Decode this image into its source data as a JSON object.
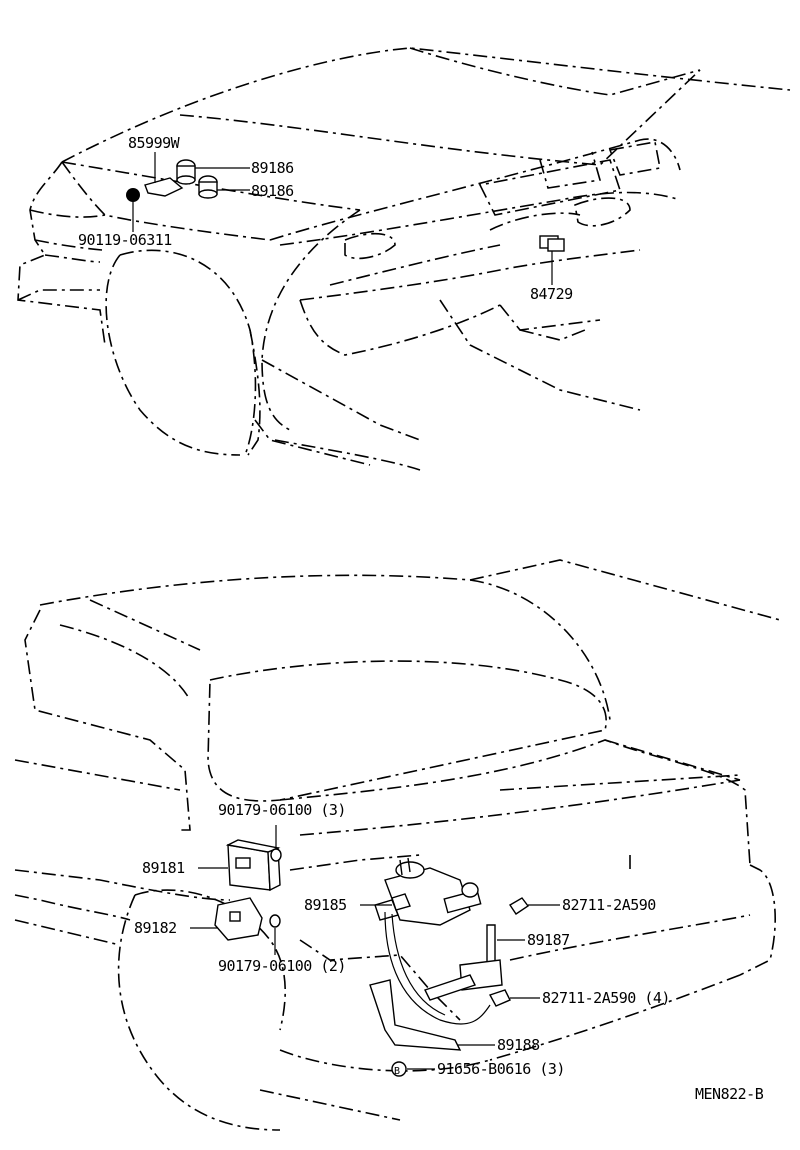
{
  "top_view": {
    "labels": {
      "p85999w": "85999W",
      "p89186a": "89186",
      "p89186b": "89186",
      "p90119": "90119-06311",
      "p84729": "84729"
    }
  },
  "bottom_view": {
    "labels": {
      "p90179a": "90179-06100 (3)",
      "p89181": "89181",
      "p89185": "89185",
      "p82711a": "82711-2A590",
      "p89187": "89187",
      "p89182": "89182",
      "p90179b": "90179-06100 (2)",
      "p82711b": "82711-2A590 (4)",
      "p89188": "89188",
      "p91656": "91656-B0616 (3)",
      "bolt_mark": "B"
    }
  },
  "diagram_code": "MEN822-B"
}
